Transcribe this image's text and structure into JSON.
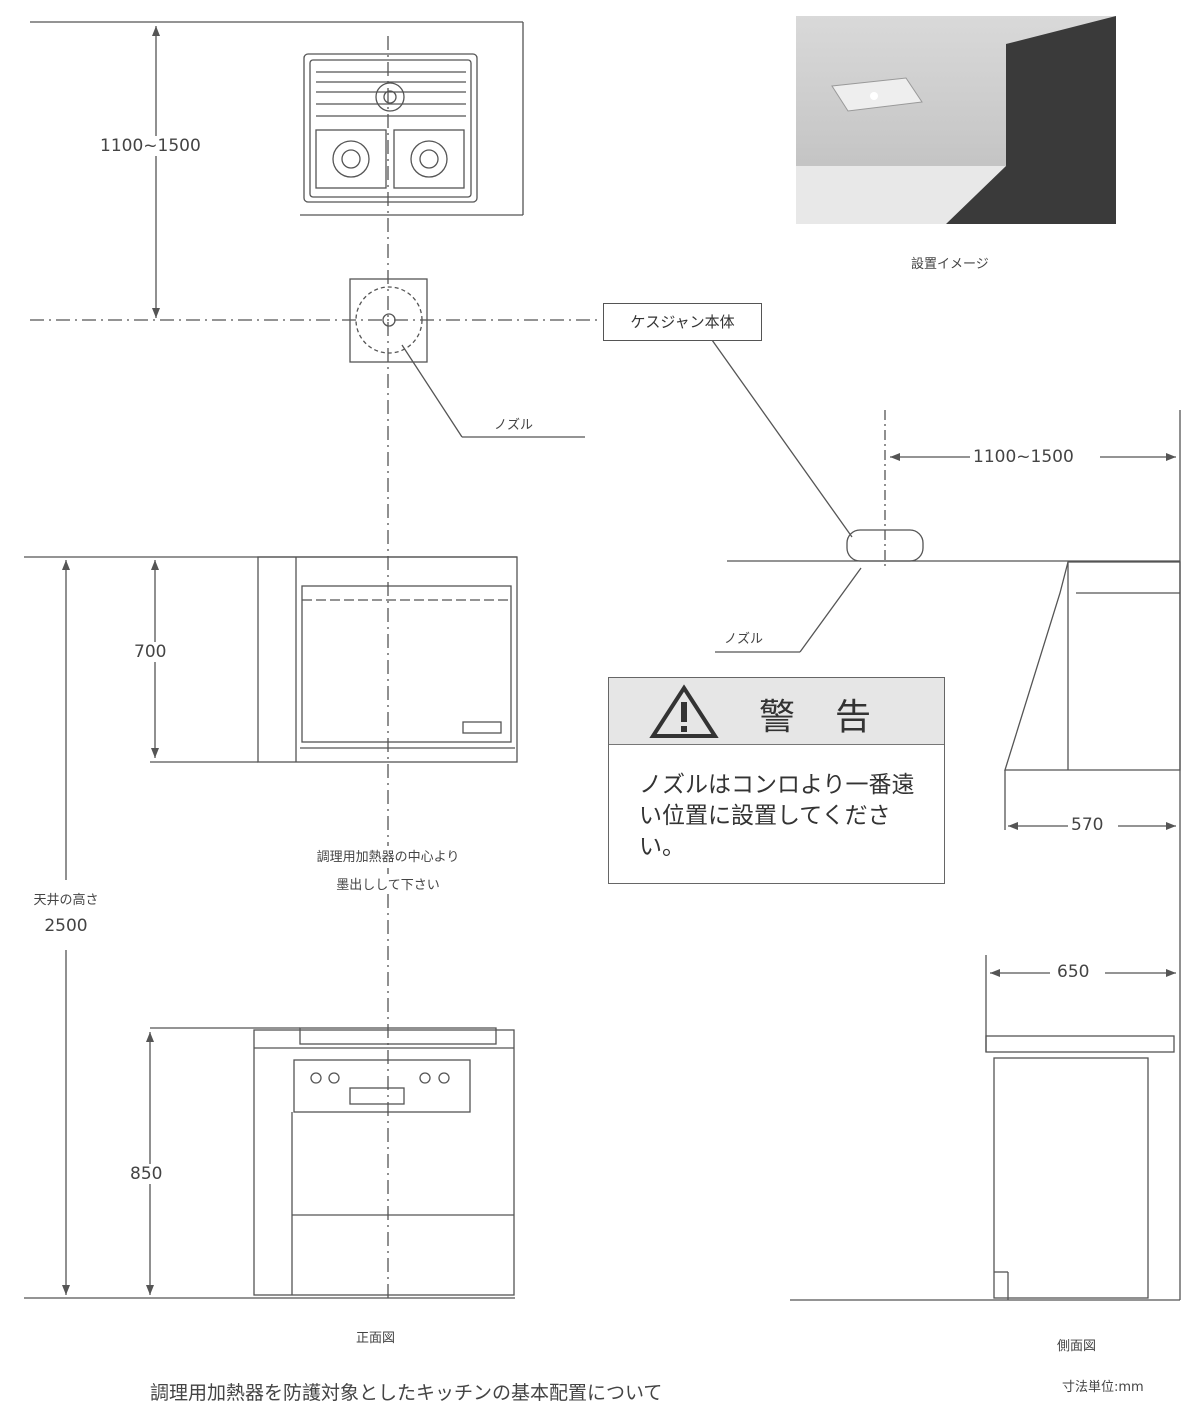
{
  "dimensions": {
    "top_vertical": "1100~1500",
    "side_horizontal": "1100~1500",
    "hood_height": "700",
    "ceiling_label": "天井の高さ",
    "ceiling_value": "2500",
    "counter_height": "850",
    "side_depth_hood": "570",
    "side_depth_counter": "650"
  },
  "labels": {
    "body": "ケスジャン本体",
    "nozzle_top": "ノズル",
    "nozzle_side": "ノズル",
    "center_note_1": "調理用加熱器の中心より",
    "center_note_2": "墨出しして下さい",
    "front_view": "正面図",
    "side_view": "側面図",
    "install_image": "設置イメージ",
    "unit": "寸法単位:mm",
    "footer": "調理用加熱器を防護対象としたキッチンの基本配置について"
  },
  "warning": {
    "title": "警告",
    "message": "ノズルはコンロより一番遠い位置に設置してください。"
  }
}
